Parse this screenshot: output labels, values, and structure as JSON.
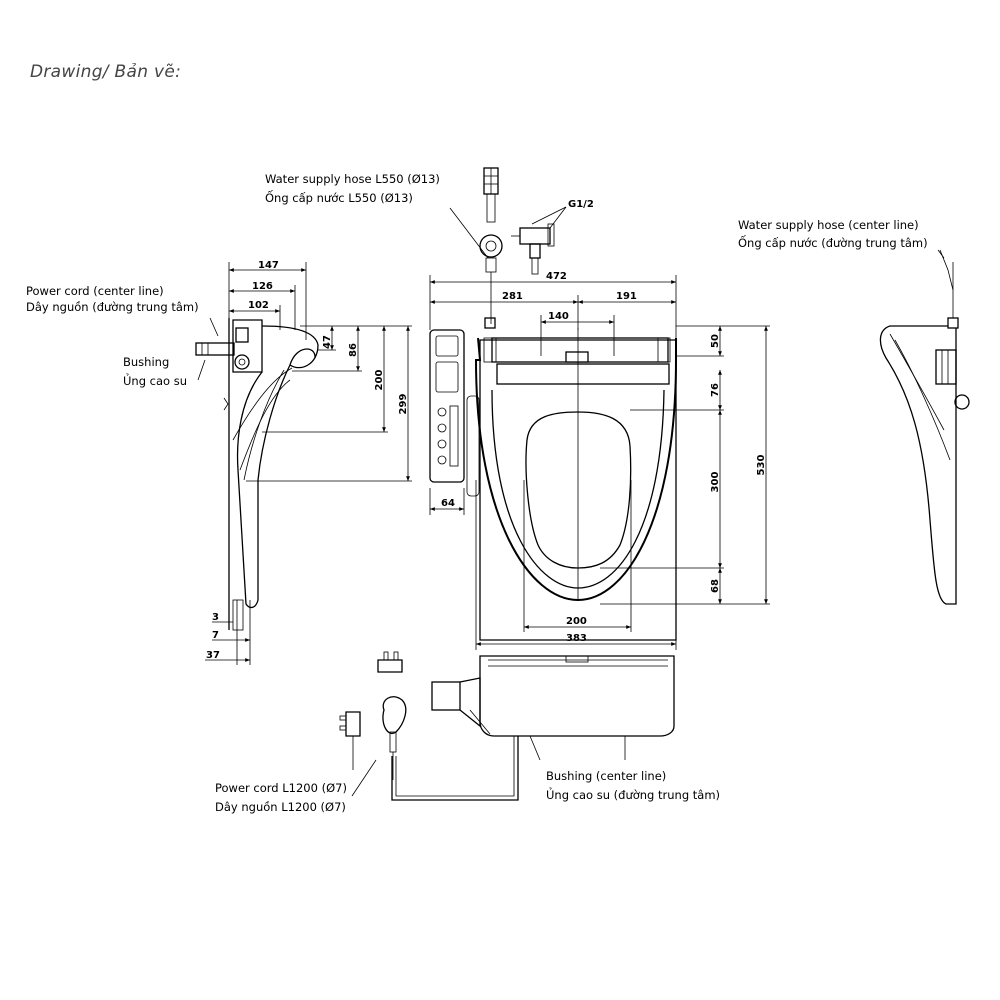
{
  "heading": "Drawing/ Bản vẽ:",
  "labels": {
    "water_hose_en": "Water supply hose L550 (Ø13)",
    "water_hose_vi": "Ống cấp nước L550 (Ø13)",
    "g12": "G1/2",
    "water_center_en": "Water supply hose (center line)",
    "water_center_vi": "Ống cấp nước (đường trung tâm)",
    "power_center_en": "Power cord (center line)",
    "power_center_vi": "Dây nguồn (đường trung tâm)",
    "bushing_en": "Bushing",
    "bushing_vi": "Ủng cao su",
    "power_cord_en": "Power cord L1200 (Ø7)",
    "power_cord_vi": "Dây nguồn L1200 (Ø7)",
    "bushing_center_en": "Bushing (center line)",
    "bushing_center_vi": "Ủng cao su (đường trung tâm)"
  },
  "dims": {
    "d147": "147",
    "d126": "126",
    "d102": "102",
    "d47": "47",
    "d86": "86",
    "d200v": "200",
    "d299": "299",
    "d64": "64",
    "d472": "472",
    "d281": "281",
    "d191": "191",
    "d140": "140",
    "d50": "50",
    "d76": "76",
    "d300": "300",
    "d68": "68",
    "d530": "530",
    "d200h": "200",
    "d383": "383",
    "d3": "3",
    "d7": "7",
    "d37": "37"
  }
}
